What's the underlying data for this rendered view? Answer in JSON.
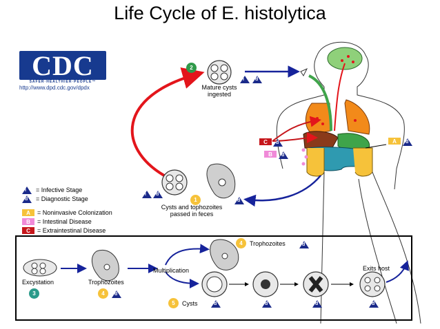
{
  "title": "Life Cycle of E. histolytica",
  "cdc": {
    "logo_text": "CDC",
    "tagline": "SAFER·HEALTHIER·PEOPLE™",
    "url": "http://www.dpd.cdc.gov/dpdx"
  },
  "steps": {
    "step1": {
      "number": "1",
      "label_line1": "Cysts and tophozoites",
      "label_line2": "passed in feces"
    },
    "step2": {
      "number": "2",
      "label_line1": "Mature cysts",
      "label_line2": "ingested"
    },
    "step3": {
      "number": "3",
      "label": "Excystation"
    },
    "step4a": {
      "number": "4",
      "label": "Trophozoites"
    },
    "step4b": {
      "number": "4",
      "label": "Trophozoites"
    },
    "step5": {
      "number": "5",
      "label": "Cysts"
    },
    "multiplication": "Multiplication",
    "exits_host": "Exits host"
  },
  "stage_letters": {
    "infective": "i",
    "diagnostic": "d",
    "A": "A",
    "B": "B",
    "C": "C"
  },
  "legend": {
    "infective": "= Infective Stage",
    "diagnostic": "= Diagnostic Stage",
    "noninvasive": "= Noninvasive Colonization",
    "intestinal": "= Intestinal Disease",
    "extraintestinal": "= Extraintestinal Disease"
  },
  "colors": {
    "cdc_blue": "#173a8f",
    "triangle_navy": "#1a2a8a",
    "red_arrow": "#e3151b",
    "blue_arrow": "#16239b",
    "yellow_A": "#f6c23a",
    "pink_B": "#f08ad8",
    "red_C": "#c6161b",
    "green_step": "#2f9a4a",
    "teal_step": "#2a9a8a",
    "yellow_num": "#f6c23a",
    "lung_orange": "#f28a1a",
    "brain_green": "#8fd07a"
  }
}
